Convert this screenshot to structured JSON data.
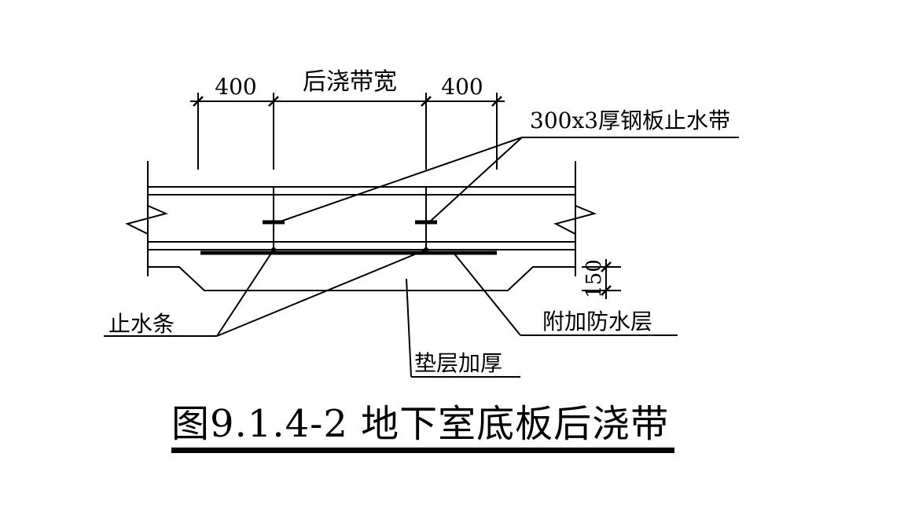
{
  "diagram": {
    "dims": {
      "left_400": "400",
      "band_width": "后浇带宽",
      "right_400": "400",
      "thickness_150": "150"
    },
    "labels": {
      "steel_waterstop": "300x3厚钢板止水带",
      "water_stop_strip": "止水条",
      "extra_waterproof": "附加防水层",
      "cushion_thicken": "垫层加厚"
    },
    "caption": "图9.1.4-2 地下室底板后浇带"
  },
  "colors": {
    "line": "#000000",
    "background": "#ffffff"
  }
}
